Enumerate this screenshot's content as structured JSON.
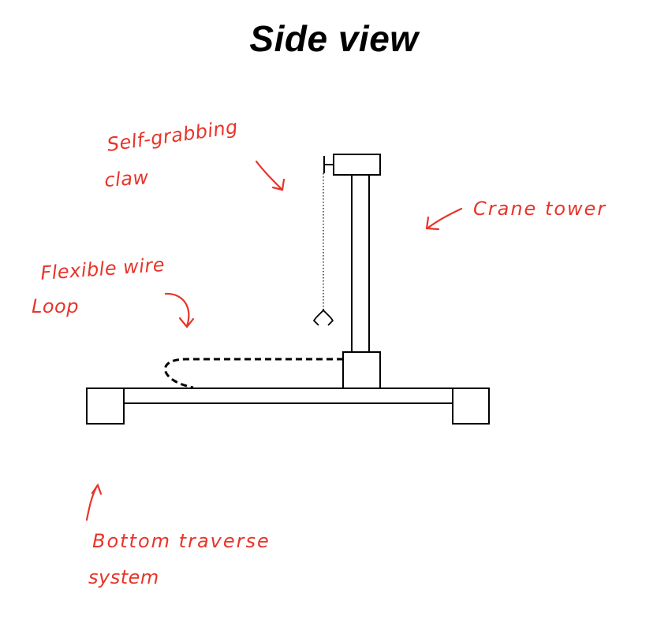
{
  "title": "Side view",
  "colors": {
    "annotation": "#e8342a",
    "structure": "#000000",
    "background": "#ffffff"
  },
  "labels": {
    "claw_line1": "Self-grabbing",
    "claw_line2": "claw",
    "tower": "Crane tower",
    "wire_line1": "Flexible wire",
    "wire_line2": "Loop",
    "traverse_line1": "Bottom traverse",
    "traverse_line2": "system"
  }
}
